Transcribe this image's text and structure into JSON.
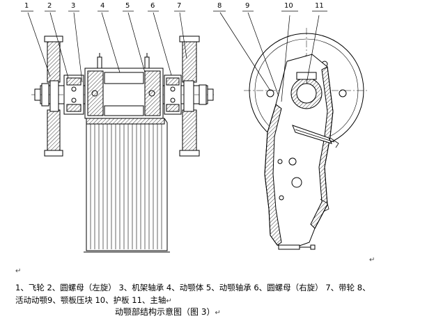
{
  "callouts": [
    "1",
    "2",
    "3",
    "4",
    "5",
    "6",
    "7",
    "8",
    "9",
    "10",
    "11"
  ],
  "para_mark": "↵",
  "legend_line1": "1、飞轮  2、圆螺母（左旋）  3、机架轴承  4、动颚体  5、动颚轴承  6、圆螺母（右旋）  7、带轮  8、",
  "legend_line2": "活动动颚9、颚板压块  10、护板  11、主轴",
  "caption": "动颚部结构示意图（图 3）"
}
